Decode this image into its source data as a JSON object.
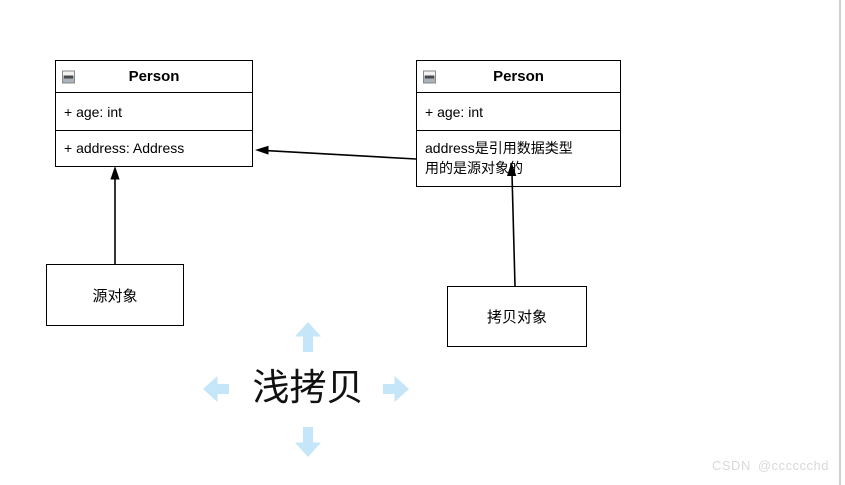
{
  "uml": {
    "source_class": {
      "title": "Person",
      "attributes": [
        "+ age: int",
        "+ address: Address"
      ]
    },
    "copy_class": {
      "title": "Person",
      "attributes": [
        "+ age: int"
      ],
      "note_lines": [
        "address是引用数据类型",
        "用的是源对象的"
      ]
    }
  },
  "nodes": {
    "source_object": "源对象",
    "copy_object": "拷贝对象"
  },
  "caption": "浅拷贝",
  "watermark": {
    "brand": "CSDN",
    "handle": "@cccccchd"
  },
  "colors": {
    "connector": "#000000",
    "quick_arrow": "#c5e5f8",
    "watermark_text": "#d9d9d9",
    "page_edge": "#cfcfcf"
  }
}
